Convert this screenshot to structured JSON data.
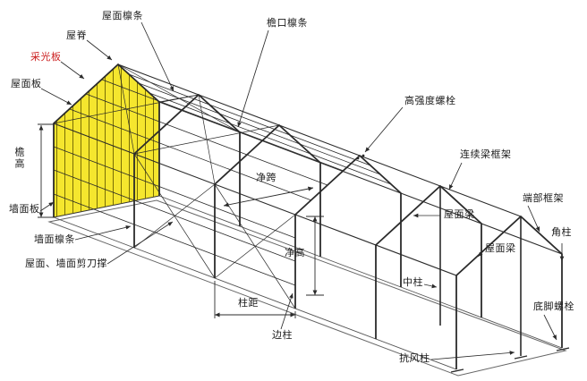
{
  "diagram": {
    "labels": {
      "roof_purlin": "屋面檩条",
      "ridge": "屋脊",
      "skylight_panel": "采光板",
      "roof_panel": "屋面板",
      "eave_height": "檐高",
      "wall_panel": "墙面板",
      "wall_purlin": "墙面檩条",
      "bracing": "屋面、墙面剪刀撑",
      "eave_purlin": "檐口檩条",
      "high_strength_bolt": "高强度螺栓",
      "continuous_beam_frame": "连续梁框架",
      "end_frame": "端部框架",
      "roof_beam_1": "屋面梁",
      "roof_beam_2": "屋面梁",
      "corner_column": "角柱",
      "anchor_bolt": "底脚螺栓",
      "wind_column": "抗风柱",
      "middle_column": "中柱",
      "side_column": "边柱",
      "column_spacing": "柱距",
      "clear_span": "净跨",
      "clear_height": "净高"
    },
    "colors": {
      "line": "#2b2b2b",
      "panel_highlight": "#f5e62e",
      "label_accent": "#cc2222"
    }
  }
}
